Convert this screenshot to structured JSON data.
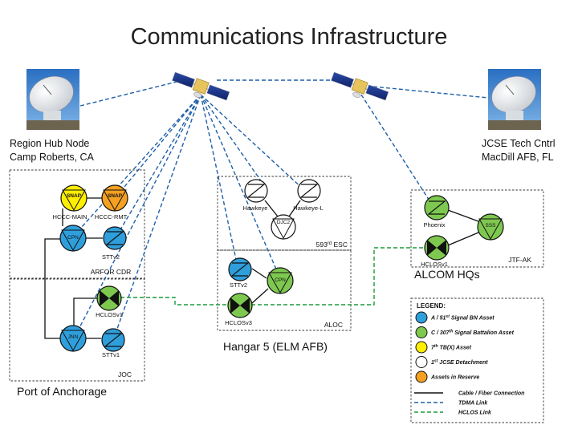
{
  "title": "Communications Infrastructure",
  "sites": {
    "left": [
      "Region Hub Node",
      "Camp Roberts, CA"
    ],
    "right": [
      "JCSE Tech Cntrl",
      "MacDill AFB, FL"
    ]
  },
  "areas": {
    "anchorage": "Port of Anchorage",
    "hangar": "Hangar 5 (ELM AFB)",
    "alcom": "ALCOM HQs"
  },
  "boxes": {
    "arfor": "ARFOR CDR",
    "joc": "JOC",
    "esc_main": "593",
    "esc_sup": "rd",
    "esc_tail": " ESC",
    "aloc": "ALOC",
    "jtf": "JTF-AK"
  },
  "nodes": {
    "hccc_main": "HCCC-MAIN",
    "hccc_rmt": "HCCC-RMT",
    "snap": "SNAP",
    "cpn": "CPN",
    "sttv2": "STTv2",
    "hclosv1": "HCLOSv1",
    "jnn": "JNN",
    "sttv1": "STTv1",
    "hawkeye": "Hawkeye",
    "hawkeye_l": "Hawkeye-L",
    "djc2": "DJC2",
    "hclosv3": "HCLOSv3",
    "phoenix": "Phoenix",
    "sss": "SSS"
  },
  "legend": {
    "title": "LEGEND:",
    "items": [
      {
        "pre": "A / 51",
        "sup": "st",
        "post": " Signal BN Asset",
        "color": "#2f9fdc"
      },
      {
        "pre": "C / 307",
        "sup": "th",
        "post": " Signal Battalion Asset",
        "color": "#7ec850"
      },
      {
        "pre": "7",
        "sup": "th",
        "post": " TB(X) Asset",
        "color": "#ffee00"
      },
      {
        "pre": "1",
        "sup": "st",
        "post": " JCSE Detachment",
        "color": "#ffffff"
      },
      {
        "pre": "Assets in Reserve",
        "sup": "",
        "post": "",
        "color": "#f5a020"
      }
    ],
    "links": [
      {
        "label": "Cable / Fiber Connection",
        "color": "#111111",
        "style": "solid"
      },
      {
        "label": "TDMA Link",
        "color": "#1f5fa8",
        "style": "dash"
      },
      {
        "label": "HCLOS Link",
        "color": "#1a9a3a",
        "style": "dash"
      }
    ]
  },
  "colors": {
    "blue": "#2f9fdc",
    "green": "#7ec850",
    "yellow": "#ffee00",
    "orange": "#f5a020",
    "tdma": "#1f5fa8",
    "hclos": "#1a9a3a"
  }
}
